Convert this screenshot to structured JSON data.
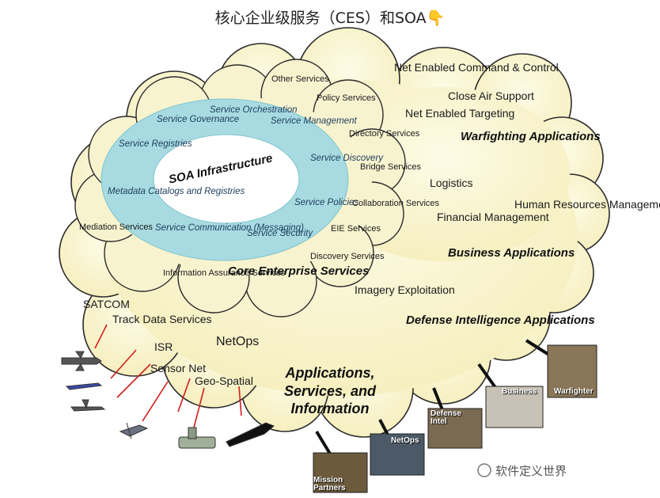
{
  "title": "核心企业级服务（CES）和SOA👇",
  "ring": {
    "center_label": "SOA Infrastructure",
    "items": [
      "Service Orchestration",
      "Service Management",
      "Service Discovery",
      "Service Policies",
      "Service Security",
      "Service Communication (Messaging)",
      "Metadata Catalogs and Registries",
      "Service Registries",
      "Service Governance"
    ]
  },
  "core": {
    "title": "Core Enterprise Services",
    "items": [
      "Other Services",
      "Policy Services",
      "Directory Services",
      "Bridge Services",
      "Collaboration Services",
      "EIE Services",
      "Discovery Services",
      "Information Assurance Services",
      "Mediation Services"
    ]
  },
  "warfighting": {
    "title": "Warfighting Applications",
    "items": [
      "Net Enabled Command & Control",
      "Close Air Support",
      "Net Enabled Targeting"
    ]
  },
  "business": {
    "title": "Business Applications",
    "items": [
      "Logistics",
      "Financial Management",
      "Human Resources Management"
    ]
  },
  "intel": {
    "title": "Defense Intelligence Applications",
    "items": [
      "Imagery Exploitation"
    ]
  },
  "netops": {
    "title": "NetOps",
    "items": [
      "SATCOM",
      "Track Data Services",
      "ISR",
      "Sensor Net",
      "Geo-Spatial"
    ]
  },
  "asi_title": "Applications, Services, and Information",
  "thumbnails": [
    "Mission Partners",
    "NetOps",
    "Defense Intel",
    "Business",
    "Warfighter"
  ],
  "watermark": "软件定义世界",
  "colors": {
    "cloud": "#f7f1c4",
    "cloud_outline": "#232323",
    "ring": "#a7dbe1",
    "arrow": "#d21d1d"
  }
}
